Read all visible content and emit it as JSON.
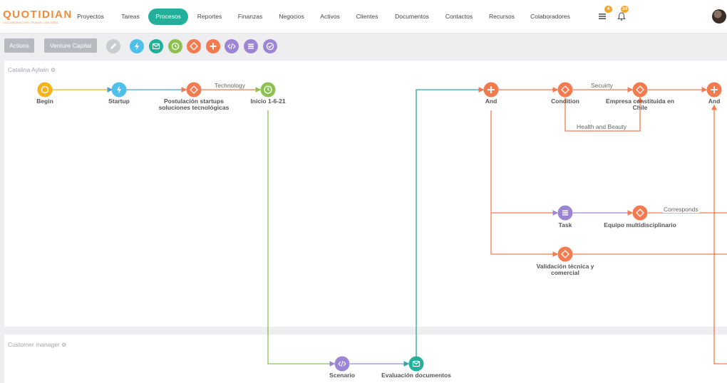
{
  "app": {
    "logo_text": "QUOTIDIAN",
    "logo_subtitle": "COLABORACION TRAVIS LAN IDEA"
  },
  "nav": {
    "items": [
      "Proyectos",
      "Tareas",
      "Procesos",
      "Reportes",
      "Finanzas",
      "Negocios",
      "Activos",
      "Clientes",
      "Documentos",
      "Contactos",
      "Recursos",
      "Colaboradores"
    ],
    "active": "Procesos",
    "list_badge": "4",
    "bell_badge": "24"
  },
  "toolbar": {
    "actions_label": "Actions",
    "venture_label": "Venture Capital"
  },
  "lanes": {
    "lane1_title": "Catalina Aylwin",
    "lane2_title": "Customer manager"
  },
  "nodes": {
    "begin": "Begin",
    "startup": "Startup",
    "postulacion": "Postulación startups soluciones tecnológicas",
    "inicio": "Inicio 1-6-21",
    "and1": "And",
    "condition": "Condition",
    "empresa": "Empresa constituida en Chile",
    "and2": "And",
    "task": "Task",
    "equipo": "Equipo multidisciplinario",
    "validacion": "Validación técnica y comercial",
    "scenario": "Scenario",
    "evaluacion": "Evaluación documentos"
  },
  "edges": {
    "technology": "Technology",
    "security": "Secuirty",
    "health": "Health and Beauty",
    "corresponds": "Corresponds"
  },
  "colors": {
    "orange": "#f47a50",
    "yellow": "#f5b31b",
    "blue": "#4fc1e9",
    "teal": "#22b09a",
    "green": "#8cc152",
    "purple": "#9d85d6",
    "edge_blue": "#4a9fd8",
    "edge_teal": "#2aa5a8"
  }
}
